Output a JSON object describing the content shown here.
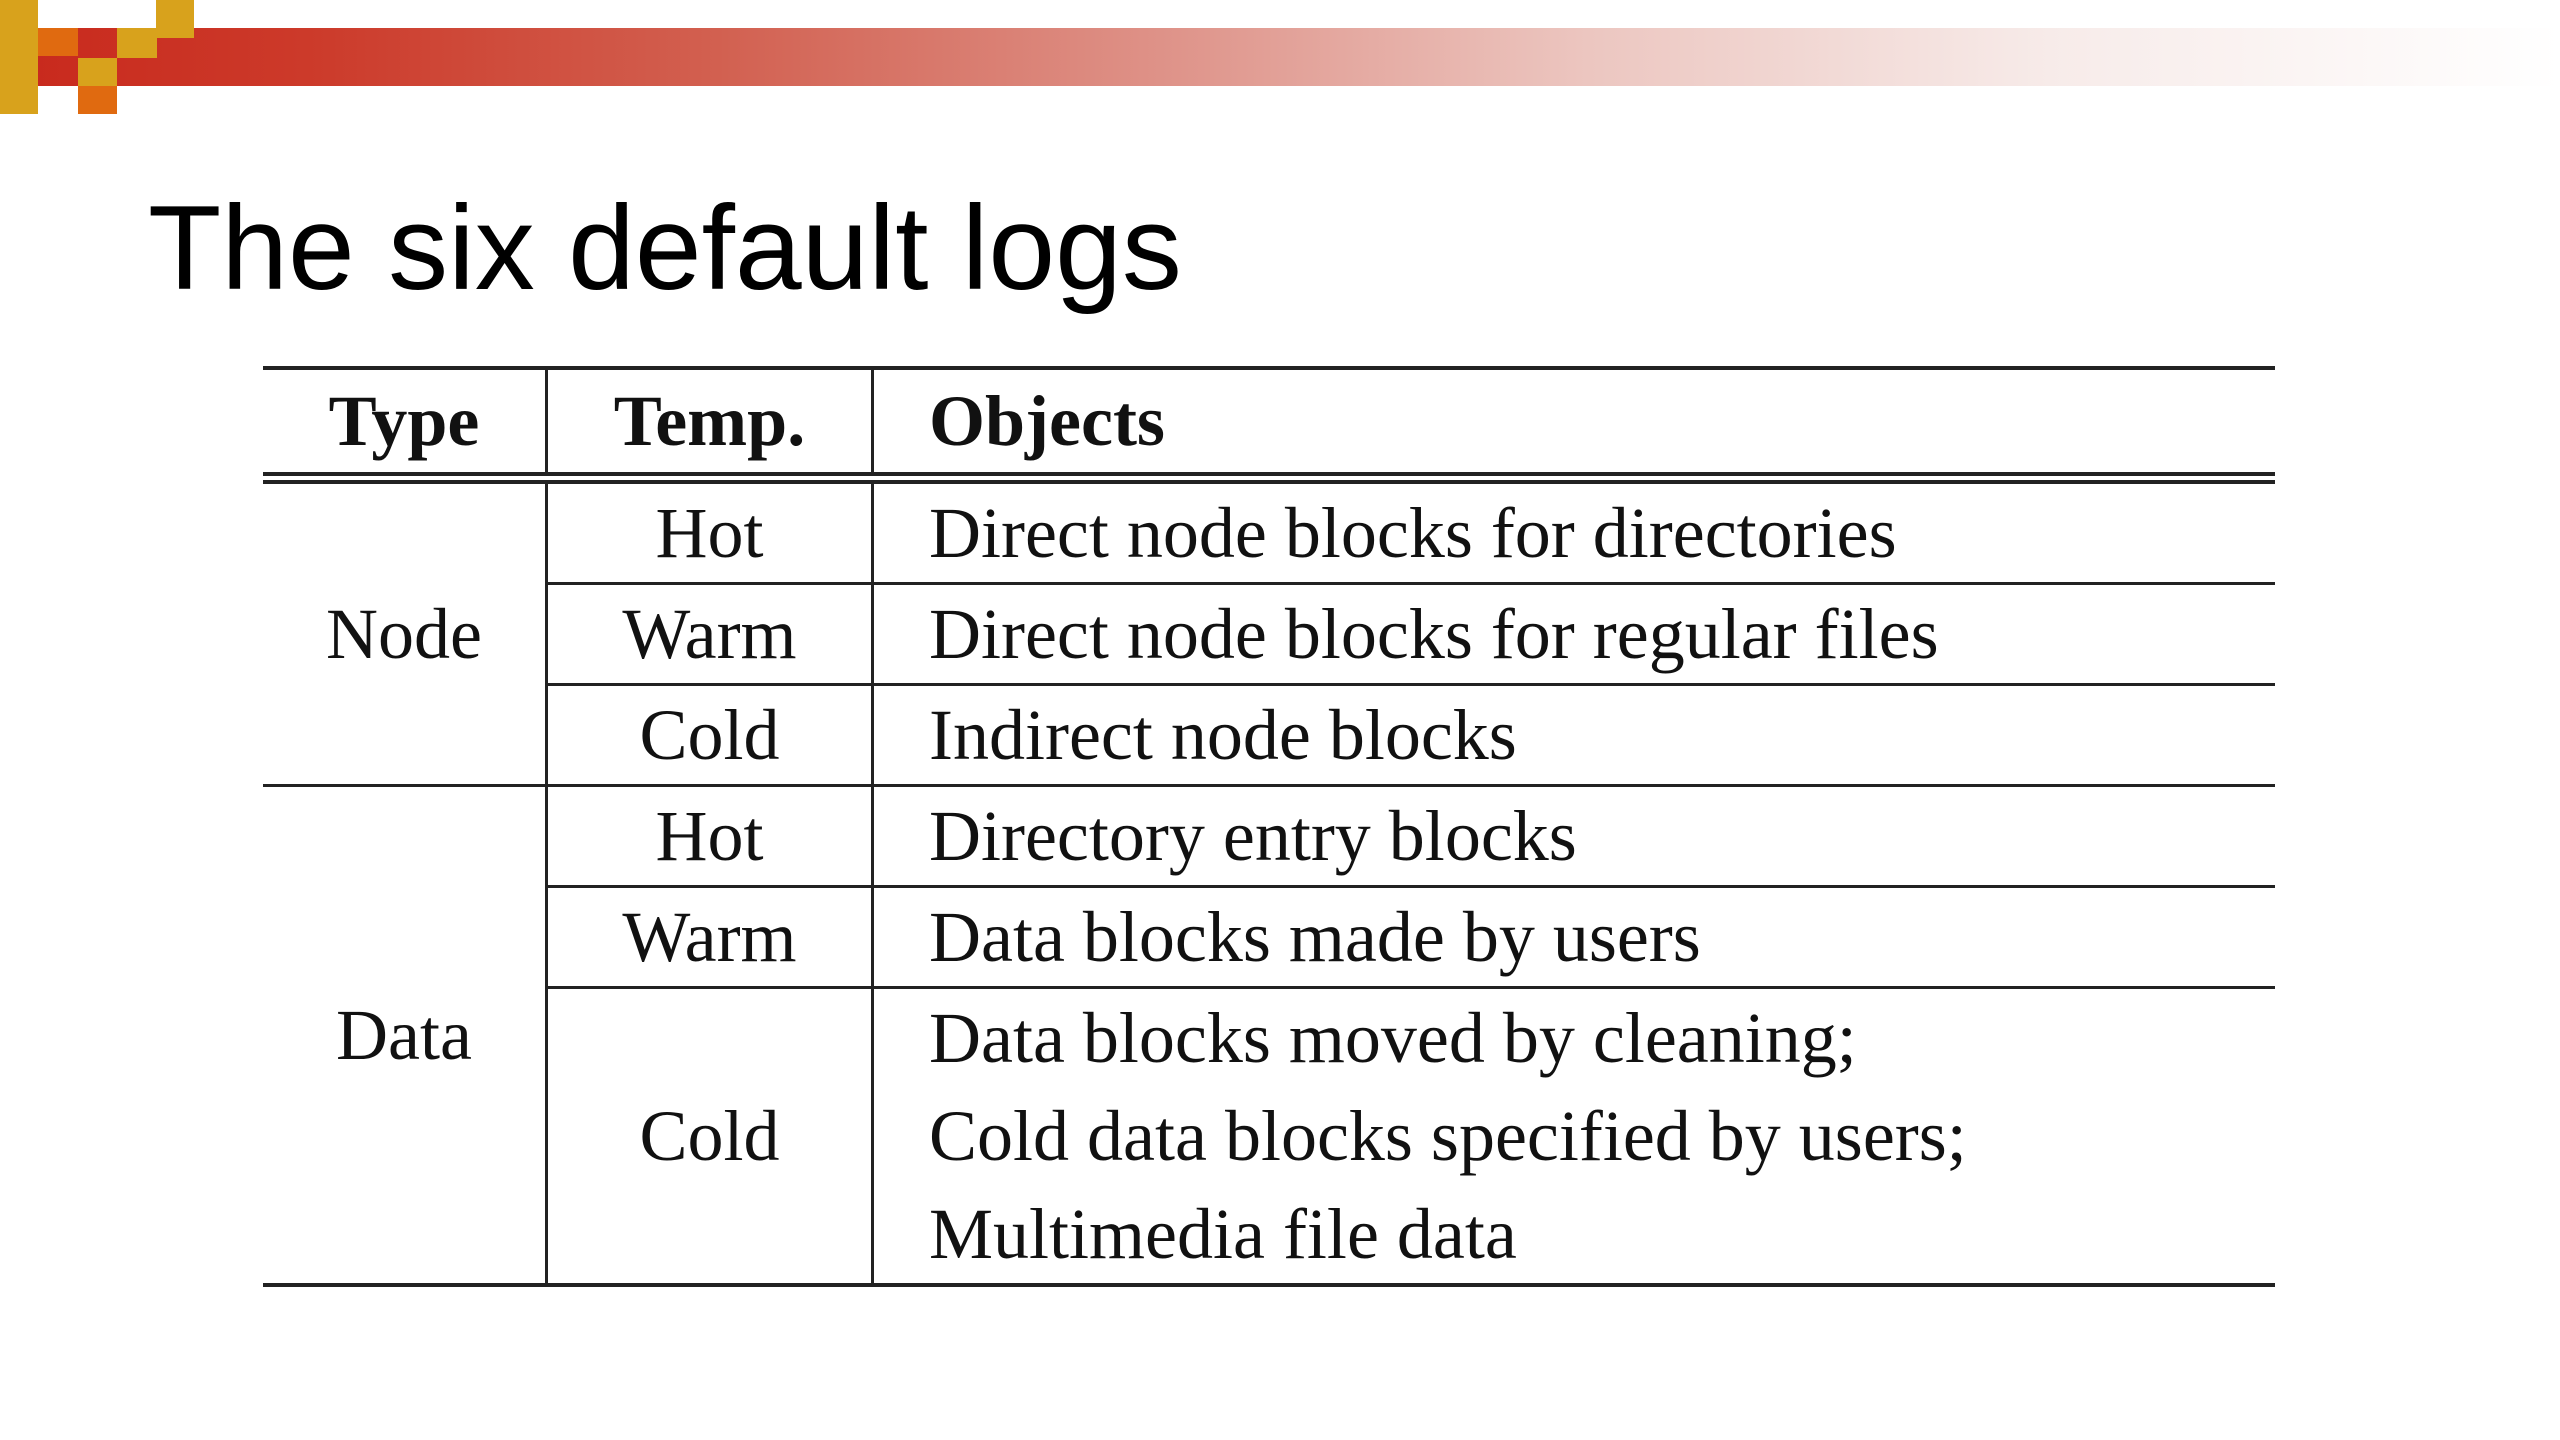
{
  "slide": {
    "title": "The six default logs"
  },
  "colors": {
    "band_start": "#c8281c",
    "band_end": "#ffffff",
    "accent_gold": "#d8a21c",
    "accent_orange": "#e06a10"
  },
  "table": {
    "headers": {
      "type": "Type",
      "temp": "Temp.",
      "objects": "Objects"
    },
    "groups": [
      {
        "type": "Node",
        "rows": [
          {
            "temp": "Hot",
            "objects": [
              "Direct node blocks for directories"
            ]
          },
          {
            "temp": "Warm",
            "objects": [
              "Direct node blocks for regular files"
            ]
          },
          {
            "temp": "Cold",
            "objects": [
              "Indirect node blocks"
            ]
          }
        ]
      },
      {
        "type": "Data",
        "rows": [
          {
            "temp": "Hot",
            "objects": [
              "Directory entry blocks"
            ]
          },
          {
            "temp": "Warm",
            "objects": [
              "Data blocks made by users"
            ]
          },
          {
            "temp": "Cold",
            "objects": [
              "Data blocks moved by cleaning;",
              "Cold data blocks specified by users;",
              "Multimedia file data"
            ]
          }
        ]
      }
    ]
  }
}
